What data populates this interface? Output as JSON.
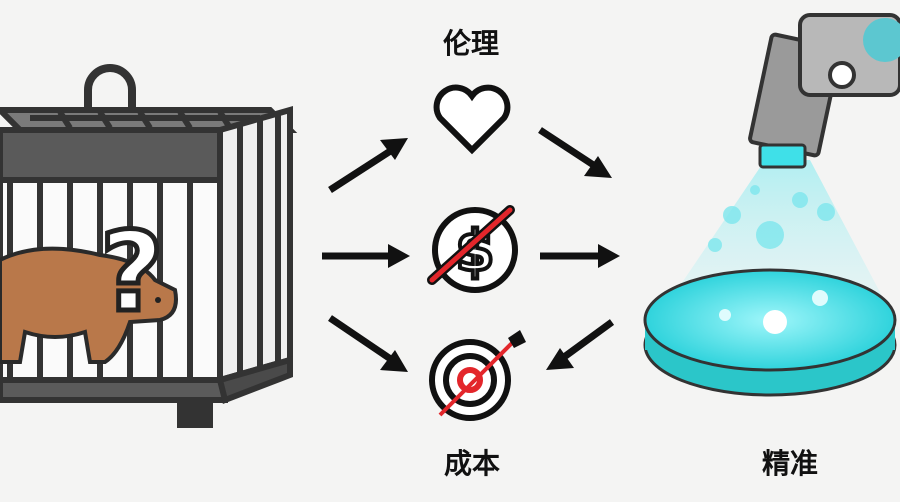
{
  "labels": {
    "ethics": "伦理",
    "cost": "成本",
    "precision": "精准"
  },
  "icons": [
    "caged-bear",
    "question-mark",
    "heart",
    "no-dollar",
    "target-with-arrow",
    "robotic-arm",
    "petri-dish"
  ],
  "colors": {
    "red": "#e3262b",
    "cyan": "#3fe0e8",
    "bear": "#b9784a",
    "cage": "#4a4a4a"
  }
}
